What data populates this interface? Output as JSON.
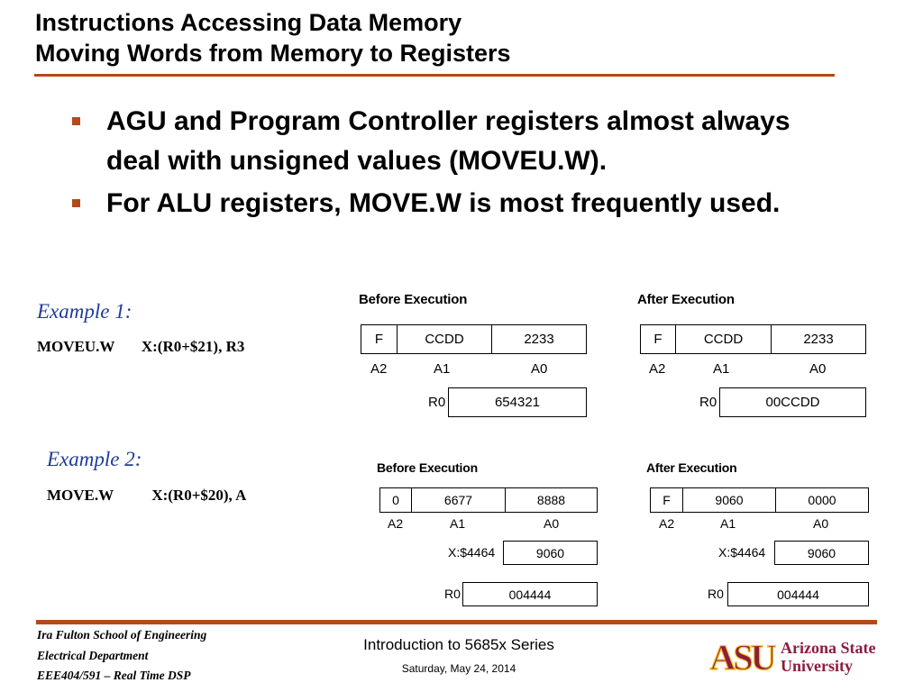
{
  "colors": {
    "accent": "#b24a1a",
    "example_title": "#1f3c9a",
    "asu_maroon": "#8c1d40"
  },
  "title": {
    "line1": "Instructions Accessing Data Memory",
    "line2": "Moving Words from Memory to Registers"
  },
  "bullets": [
    "AGU and Program Controller registers almost always deal with unsigned values (MOVEU.W).",
    "For ALU registers, MOVE.W is most frequently used."
  ],
  "examples": [
    {
      "title": "Example 1:",
      "instruction": "MOVEU.W       X:(R0+$21), R3",
      "before": {
        "label": "Before Execution",
        "a2": "F",
        "a1": "CCDD",
        "a0": "2233",
        "r0_label": "R0",
        "r0": "654321"
      },
      "after": {
        "label": "After Execution",
        "a2": "F",
        "a1": "CCDD",
        "a0": "2233",
        "r0_label": "R0",
        "r0": "00CCDD"
      }
    },
    {
      "title": "Example 2:",
      "instruction": "MOVE.W          X:(R0+$20), A",
      "before": {
        "label": "Before Execution",
        "a2": "0",
        "a1": "6677",
        "a0": "8888",
        "mem_label": "X:$4464",
        "mem": "9060",
        "r0_label": "R0",
        "r0": "004444"
      },
      "after": {
        "label": "After Execution",
        "a2": "F",
        "a1": "9060",
        "a0": "0000",
        "mem_label": "X:$4464",
        "mem": "9060",
        "r0_label": "R0",
        "r0": "004444"
      }
    }
  ],
  "register_labels": {
    "a2": "A2",
    "a1": "A1",
    "a0": "A0"
  },
  "footer": {
    "left_lines": [
      "Ira Fulton School of Engineering",
      "Electrical Department",
      "EEE404/591 – Real Time DSP"
    ],
    "center": "Introduction to 5685x Series",
    "date": "Saturday, May 24, 2014",
    "logo_mark": "ASU",
    "logo_line1": "Arizona State",
    "logo_line2": "University"
  }
}
